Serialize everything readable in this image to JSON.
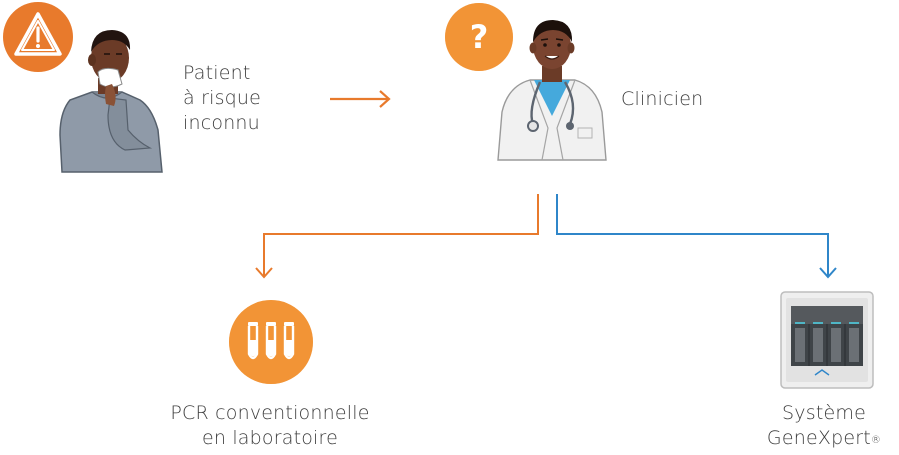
{
  "patient": {
    "label_lines": [
      "Patient",
      "à risque",
      "inconnu"
    ],
    "badge_icon": "warning-triangle-icon"
  },
  "clinician": {
    "label": "Clinicien",
    "badge_icon": "question-mark-icon",
    "badge_symbol": "?"
  },
  "branches": {
    "lab": {
      "label_lines": [
        "PCR conventionnelle",
        "en laboratoire"
      ],
      "icon": "test-tubes-icon"
    },
    "genexpert": {
      "label_lines": [
        "Système",
        "GeneXpert"
      ],
      "trademark": "®",
      "icon": "genexpert-instrument-icon"
    }
  },
  "colors": {
    "orange": "#e87a2c",
    "orange_light": "#f7a13c",
    "blue": "#2f86c9",
    "skin": "#6b3b27",
    "skin_light": "#8a5236",
    "sweater": "#8f9aa8",
    "coat": "#f1f1f1",
    "scrubs": "#45a9dc"
  }
}
